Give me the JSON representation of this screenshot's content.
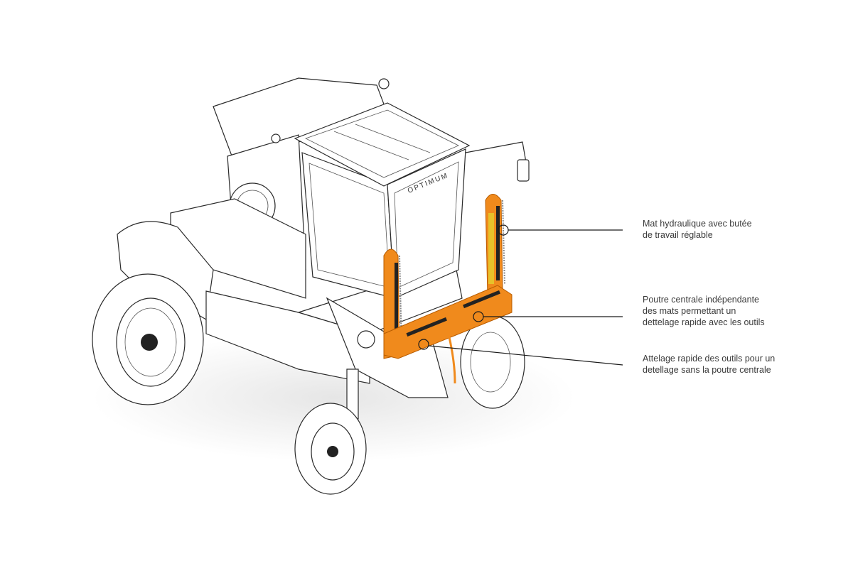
{
  "diagram": {
    "brand_logo_text": "OPTIMUM",
    "accent_color": "#f08a1c",
    "callouts": [
      {
        "lines": [
          "Mat hydraulique avec butée",
          "de travail réglable"
        ]
      },
      {
        "lines": [
          "Poutre centrale indépendante",
          "des mats permettant un",
          "dettelage rapide avec les outils"
        ]
      },
      {
        "lines": [
          "Attelage rapide des outils pour un",
          "detellage sans la poutre centrale"
        ]
      }
    ]
  }
}
